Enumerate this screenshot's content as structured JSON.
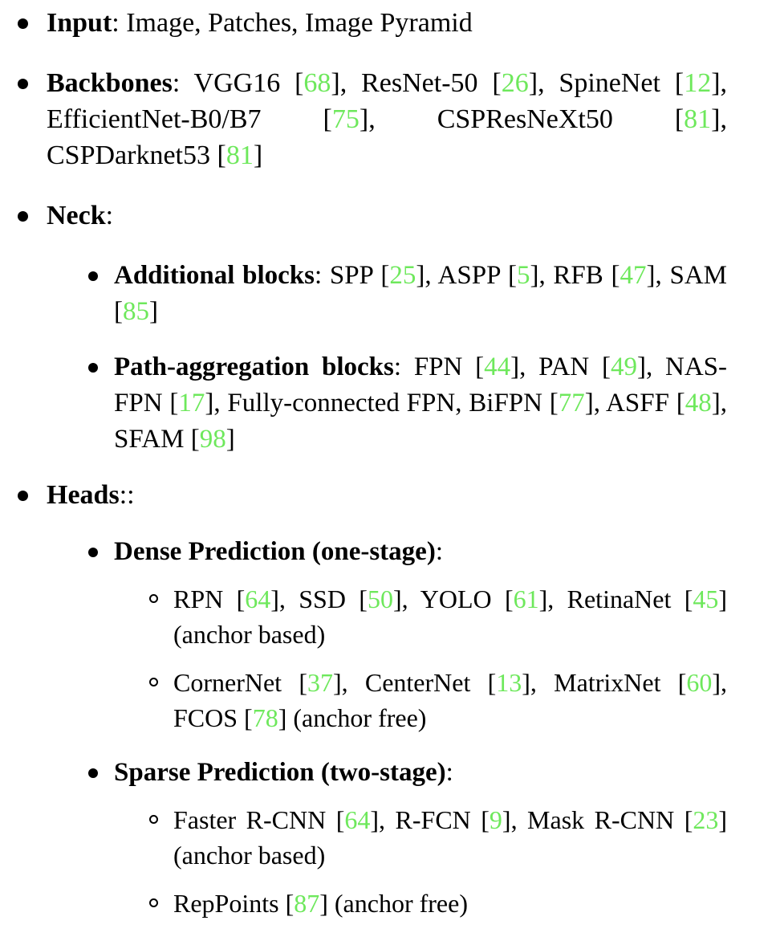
{
  "document": {
    "type": "bulleted-outline",
    "citation_color": "#6ee85c",
    "text_color": "#000000",
    "background_color": "#ffffff",
    "bullet_glyphs": {
      "level1": "filled-circle",
      "level2": "filled-circle",
      "level3": "hollow-circle"
    }
  },
  "outline": {
    "input": {
      "label": "Input",
      "separator": ":",
      "content": " Image, Patches, Image Pyramid"
    },
    "backbones": {
      "label": "Backbones",
      "separator": ":",
      "segments": [
        {
          "text": " VGG16 "
        },
        {
          "cite": "68"
        },
        {
          "text": ", ResNet-50 "
        },
        {
          "cite": "26"
        },
        {
          "text": ", SpineNet "
        },
        {
          "cite": "12"
        },
        {
          "text": ", EfficientNet-B0/B7 "
        },
        {
          "cite": "75"
        },
        {
          "text": ", CSPResNeXt50 "
        },
        {
          "cite": "81"
        },
        {
          "text": ", CSPDarknet53 "
        },
        {
          "cite": "81"
        },
        {
          "text": ""
        }
      ]
    },
    "neck": {
      "label": "Neck",
      "separator": ":",
      "children": {
        "additional_blocks": {
          "label": "Additional blocks",
          "separator": ":",
          "segments": [
            {
              "text": " SPP "
            },
            {
              "cite": "25"
            },
            {
              "text": ", ASPP "
            },
            {
              "cite": "5"
            },
            {
              "text": ", RFB "
            },
            {
              "cite": "47"
            },
            {
              "text": ", SAM "
            },
            {
              "cite": "85"
            }
          ]
        },
        "path_aggregation_blocks": {
          "label": "Path-aggregation blocks",
          "separator": ":",
          "segments": [
            {
              "text": " FPN "
            },
            {
              "cite": "44"
            },
            {
              "text": ", PAN "
            },
            {
              "cite": "49"
            },
            {
              "text": ", NAS-FPN "
            },
            {
              "cite": "17"
            },
            {
              "text": ", Fully-connected FPN, BiFPN "
            },
            {
              "cite": "77"
            },
            {
              "text": ", ASFF "
            },
            {
              "cite": "48"
            },
            {
              "text": ", SFAM "
            },
            {
              "cite": "98"
            }
          ]
        }
      }
    },
    "heads": {
      "label": "Heads",
      "separator": "::",
      "children": {
        "dense_prediction": {
          "label": "Dense Prediction (one-stage)",
          "separator": ":",
          "items": [
            {
              "segments": [
                {
                  "text": "RPN "
                },
                {
                  "cite": "64"
                },
                {
                  "text": ", SSD "
                },
                {
                  "cite": "50"
                },
                {
                  "text": ", YOLO "
                },
                {
                  "cite": "61"
                },
                {
                  "text": ", RetinaNet "
                },
                {
                  "cite": "45"
                },
                {
                  "text": " (anchor based)"
                }
              ]
            },
            {
              "segments": [
                {
                  "text": "CornerNet "
                },
                {
                  "cite": "37"
                },
                {
                  "text": ", CenterNet "
                },
                {
                  "cite": "13"
                },
                {
                  "text": ", MatrixNet "
                },
                {
                  "cite": "60"
                },
                {
                  "text": ", FCOS "
                },
                {
                  "cite": "78"
                },
                {
                  "text": " (anchor free)"
                }
              ]
            }
          ]
        },
        "sparse_prediction": {
          "label": "Sparse Prediction (two-stage)",
          "separator": ":",
          "items": [
            {
              "segments": [
                {
                  "text": "Faster R-CNN "
                },
                {
                  "cite": "64"
                },
                {
                  "text": ", R-FCN "
                },
                {
                  "cite": "9"
                },
                {
                  "text": ", Mask R-CNN "
                },
                {
                  "cite": "23"
                },
                {
                  "text": " (anchor based)"
                }
              ]
            },
            {
              "segments": [
                {
                  "text": "RepPoints "
                },
                {
                  "cite": "87"
                },
                {
                  "text": " (anchor free)"
                }
              ]
            }
          ]
        }
      }
    }
  }
}
